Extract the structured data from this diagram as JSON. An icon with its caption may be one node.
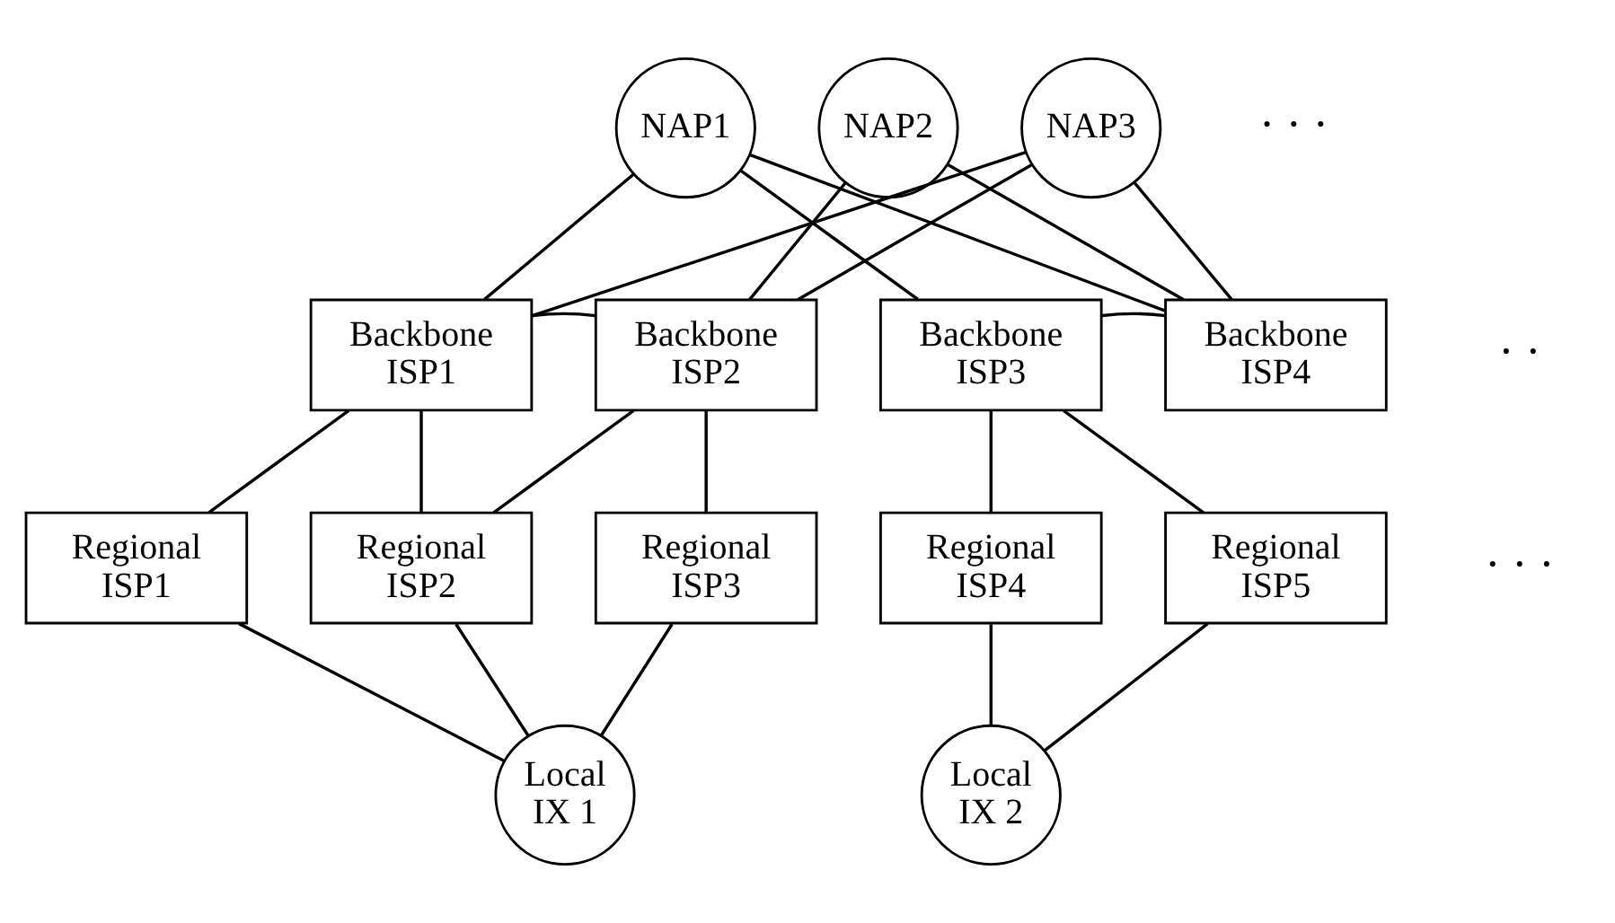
{
  "diagram": {
    "nodes": [
      {
        "text": [
          "NAP1"
        ]
      },
      {
        "text": [
          "NAP2"
        ]
      },
      {
        "text": [
          "NAP3"
        ]
      },
      {
        "text": [
          "Backbone ISP1"
        ]
      },
      {
        "text": [
          "Backbone ISP2"
        ]
      },
      {
        "text": [
          "Backbone ISP3"
        ]
      },
      {
        "text": [
          "Backbone ISP4"
        ]
      },
      {
        "text": [
          "Regional ISP1"
        ]
      },
      {
        "text": [
          "Regional ISP2"
        ]
      },
      {
        "text": [
          "Regional ISP3"
        ]
      },
      {
        "text": [
          "Regional ISP4"
        ]
      },
      {
        "text": [
          "Regional ISP5"
        ]
      },
      {
        "text": [
          "Local IX 1"
        ]
      },
      {
        "text": [
          "Local IX 2"
        ]
      }
    ],
    "edges": [
      {
        "from": 0,
        "to": 3,
        "arrow": "none"
      },
      {
        "from": 0,
        "to": 5,
        "arrow": "none"
      },
      {
        "from": 0,
        "to": 6,
        "arrow": "none"
      },
      {
        "from": 1,
        "to": 4,
        "arrow": "none"
      },
      {
        "from": 1,
        "to": 6,
        "arrow": "none"
      },
      {
        "from": 2,
        "to": 3,
        "arrow": "none"
      },
      {
        "from": 2,
        "to": 4,
        "arrow": "none"
      },
      {
        "from": 2,
        "to": 6,
        "arrow": "none"
      },
      {
        "from": 3,
        "to": 4,
        "arrow": "none"
      },
      {
        "from": 5,
        "to": 6,
        "arrow": "none"
      },
      {
        "from": 3,
        "to": 7,
        "arrow": "none"
      },
      {
        "from": 3,
        "to": 8,
        "arrow": "none"
      },
      {
        "from": 4,
        "to": 8,
        "arrow": "none"
      },
      {
        "from": 4,
        "to": 9,
        "arrow": "none"
      },
      {
        "from": 5,
        "to": 10,
        "arrow": "none"
      },
      {
        "from": 5,
        "to": 11,
        "arrow": "none"
      },
      {
        "from": 7,
        "to": 12,
        "arrow": "none"
      },
      {
        "from": 8,
        "to": 12,
        "arrow": "none"
      },
      {
        "from": 9,
        "to": 12,
        "arrow": "none"
      },
      {
        "from": 10,
        "to": 13,
        "arrow": "none"
      },
      {
        "from": 11,
        "to": 13,
        "arrow": "none"
      }
    ],
    "labels": [
      "· · ·",
      "· ·",
      "· · ·"
    ]
  }
}
